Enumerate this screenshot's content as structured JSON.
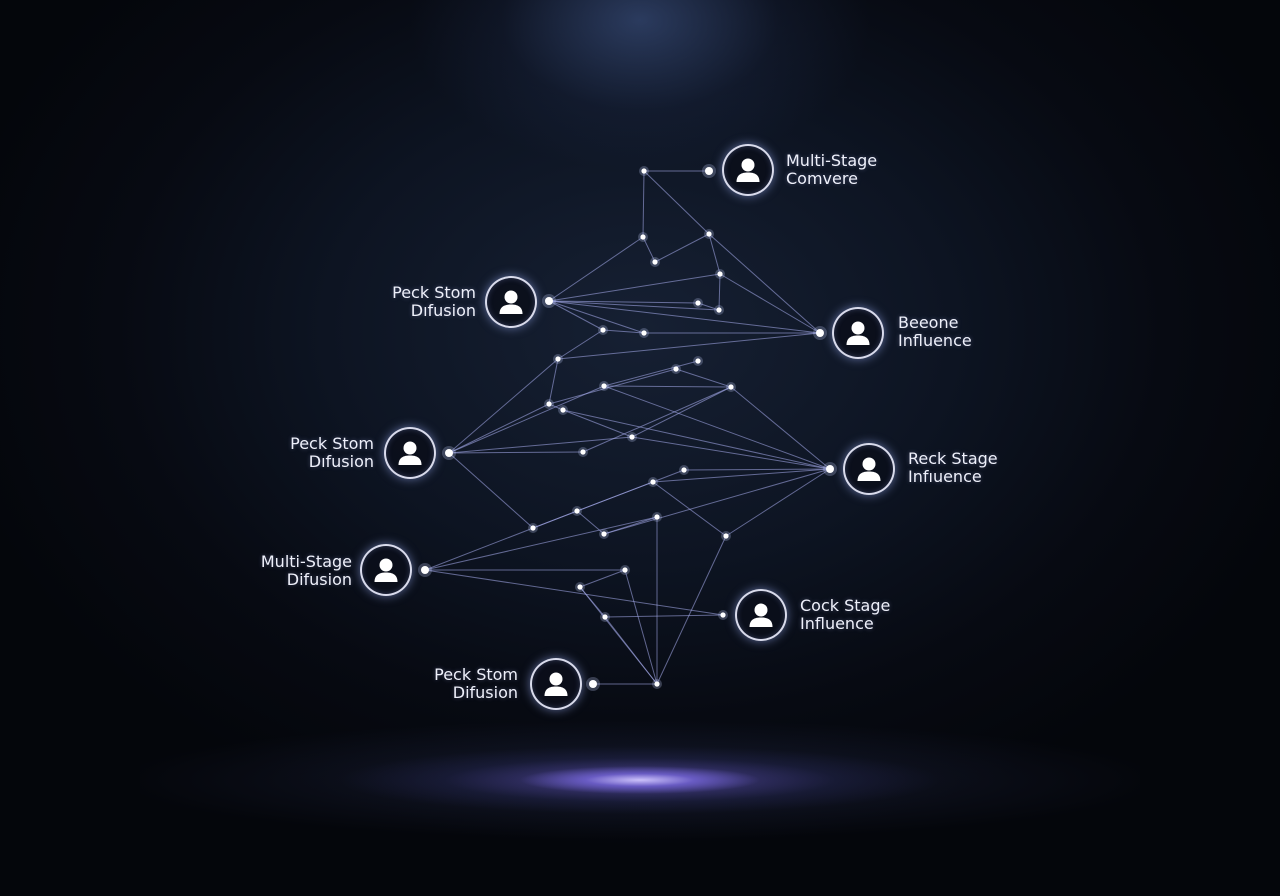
{
  "personas": [
    {
      "id": "top-right",
      "line1": "Multi-Stage",
      "line2": "Comvere",
      "icon": "person-icon"
    },
    {
      "id": "upper-left",
      "line1": "Peck Stom",
      "line2": "Dıfusion",
      "icon": "person-icon"
    },
    {
      "id": "upper-right",
      "line1": "Beeone",
      "line2": "Influence",
      "icon": "person-icon"
    },
    {
      "id": "mid-left",
      "line1": "Peck Stom",
      "line2": "Dıfusion",
      "icon": "person-icon"
    },
    {
      "id": "mid-right",
      "line1": "Reck Stage",
      "line2": "Infıuence",
      "icon": "person-icon"
    },
    {
      "id": "lower-left",
      "line1": "Multi-Stage",
      "line2": "Difusion",
      "icon": "person-icon"
    },
    {
      "id": "lower-right",
      "line1": "Cock Stage",
      "line2": "Influence",
      "icon": "person-icon"
    },
    {
      "id": "bottom-left",
      "line1": "Peck Stom",
      "line2": "Difusion",
      "icon": "person-icon"
    }
  ],
  "colors": {
    "background": "#05070c",
    "edge": "#aaaff0",
    "node": "#ffffff",
    "accent_glow": "#8c78ff"
  }
}
